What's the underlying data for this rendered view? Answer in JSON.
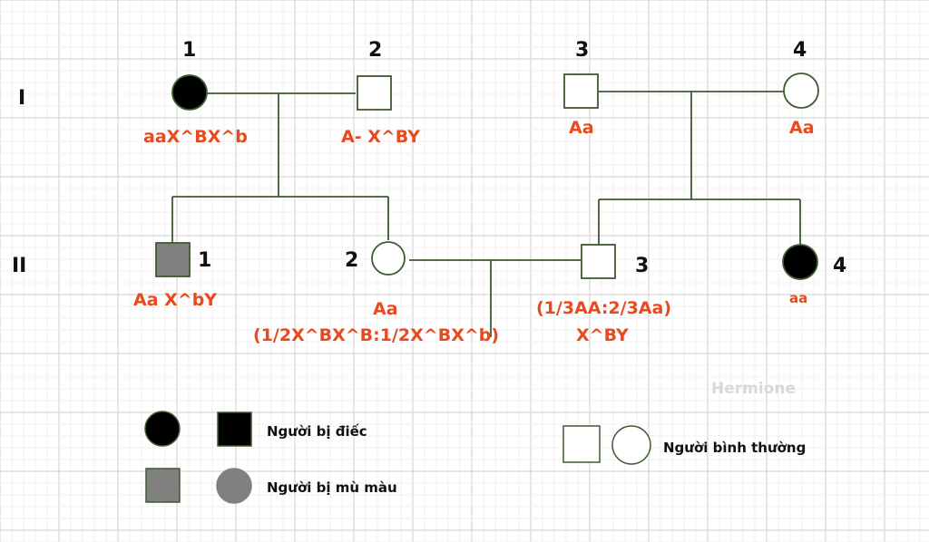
{
  "generations": [
    {
      "label": "I"
    },
    {
      "label": "II"
    }
  ],
  "individuals": {
    "I1": {
      "number": "1",
      "sex": "female",
      "status": "deaf",
      "genotype": "aaX^BX^b"
    },
    "I2": {
      "number": "2",
      "sex": "male",
      "status": "normal",
      "genotype": "A- X^BY"
    },
    "I3": {
      "number": "3",
      "sex": "male",
      "status": "normal",
      "genotype": "Aa"
    },
    "I4": {
      "number": "4",
      "sex": "female",
      "status": "normal",
      "genotype": "Aa"
    },
    "II1": {
      "number": "1",
      "sex": "male",
      "status": "colorblind",
      "genotype": "Aa X^bY"
    },
    "II2": {
      "number": "2",
      "sex": "female",
      "status": "normal",
      "genotype_line1": "Aa",
      "genotype_line2": "(1/2X^BX^B:1/2X^BX^b)"
    },
    "II3": {
      "number": "3",
      "sex": "male",
      "status": "normal",
      "genotype_line1": "(1/3AA:2/3Aa)",
      "genotype_line2": "X^BY"
    },
    "II4": {
      "number": "4",
      "sex": "female",
      "status": "deaf",
      "genotype": "aa"
    }
  },
  "legend": {
    "deaf": "Người bị điếc",
    "colorblind": "Người bị mù màu",
    "normal": "Người bình thường"
  },
  "watermark": "Hermione",
  "colors": {
    "line": "#3d5a32",
    "genotype": "#e8491d",
    "deaf_fill": "#000000",
    "colorblind_fill": "#808080",
    "grid_major": "#d6d6d6",
    "grid_minor": "#ececec"
  }
}
